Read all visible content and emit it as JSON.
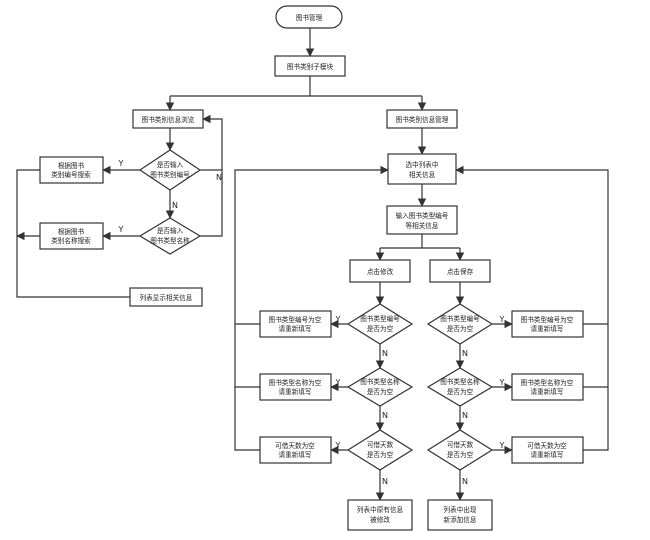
{
  "diagram": {
    "nodes": {
      "start": "图书管理",
      "module": "图书类别子模块",
      "browse": "图书类别信息浏览",
      "manage": "图书类别信息管理",
      "q_by_id": [
        "是否输入",
        "图书类别编号"
      ],
      "search_by_id": [
        "根据图书",
        "类别编号搜索"
      ],
      "q_by_name": [
        "是否输入",
        "图书类型名称"
      ],
      "search_by_name": [
        "根据图书",
        "类别名称搜索"
      ],
      "list_show": "列表显示相关信息",
      "select_row": [
        "选中列表中",
        "相关信息"
      ],
      "input_info": [
        "输入图书类型编号",
        "等相关信息"
      ],
      "click_edit": "点击修改",
      "click_save": "点击保存",
      "q_edit_id": [
        "图书类型编号",
        "是否为空"
      ],
      "q_edit_name": [
        "图书类型名称",
        "是否为空"
      ],
      "q_edit_days": [
        "可借天数",
        "是否为空"
      ],
      "q_save_id": [
        "图书类型编号",
        "是否为空"
      ],
      "q_save_name": [
        "图书类型名称",
        "是否为空"
      ],
      "q_save_days": [
        "可借天数",
        "是否为空"
      ],
      "msg_edit_id": [
        "图书类型编号为空",
        "请重新填写"
      ],
      "msg_edit_name": [
        "图书类型名称为空",
        "请重新填写"
      ],
      "msg_edit_days": [
        "可借天数为空",
        "请重新填写"
      ],
      "msg_save_id": [
        "图书类型编号为空",
        "请重新填写"
      ],
      "msg_save_name": [
        "图书类型名称为空",
        "请重新填写"
      ],
      "msg_save_days": [
        "可借天数为空",
        "请重新填写"
      ],
      "result_edit": [
        "列表中原有信息",
        "被修改"
      ],
      "result_save": [
        "列表中出现",
        "新添加信息"
      ]
    },
    "edge_labels": {
      "yes": "Y",
      "no": "N"
    }
  }
}
